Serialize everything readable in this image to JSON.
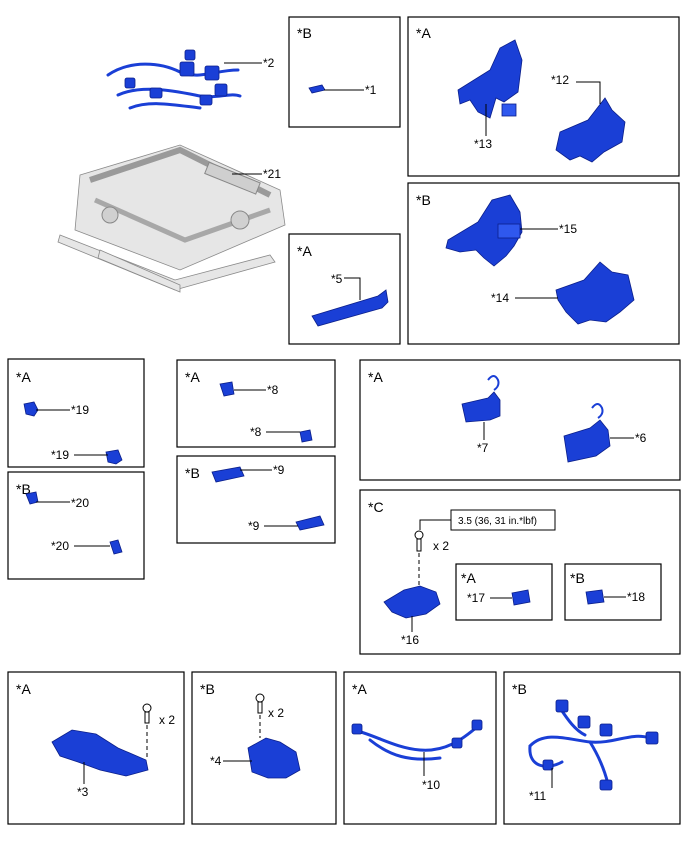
{
  "boxes": {
    "b1": {
      "code": "*B",
      "parts": [
        "*1"
      ]
    },
    "b2": {
      "code": "*A",
      "parts": [
        "*12",
        "*13"
      ]
    },
    "b3": {
      "code": "*B",
      "parts": [
        "*15",
        "*14"
      ]
    },
    "b4": {
      "code": "*A",
      "parts": [
        "*5"
      ]
    },
    "b5": {
      "code": "*A",
      "parts": [
        "*19",
        "*19"
      ]
    },
    "b6": {
      "code": "*B",
      "parts": [
        "*20",
        "*20"
      ]
    },
    "b7": {
      "code": "*A",
      "parts": [
        "*8",
        "*8"
      ]
    },
    "b8": {
      "code": "*B",
      "parts": [
        "*9",
        "*9"
      ]
    },
    "b9": {
      "code": "*A",
      "parts": [
        "*7",
        "*6"
      ]
    },
    "b10": {
      "code": "*C",
      "parts": [
        "*16"
      ],
      "torque": "3.5 (36, 31 in.*lbf)",
      "qty": "x 2"
    },
    "b10a": {
      "code": "*A",
      "parts": [
        "*17"
      ]
    },
    "b10b": {
      "code": "*B",
      "parts": [
        "*18"
      ]
    },
    "b11": {
      "code": "*A",
      "parts": [
        "*3"
      ],
      "qty": "x 2"
    },
    "b12": {
      "code": "*B",
      "parts": [
        "*4"
      ],
      "qty": "x 2"
    },
    "b13": {
      "code": "*A",
      "parts": [
        "*10"
      ]
    },
    "b14": {
      "code": "*B",
      "parts": [
        "*11"
      ]
    }
  },
  "free_parts": [
    "*2",
    "*21"
  ],
  "colors": {
    "part": "#1a3fd6",
    "frame": "#e6e6e6",
    "line": "#000000"
  }
}
